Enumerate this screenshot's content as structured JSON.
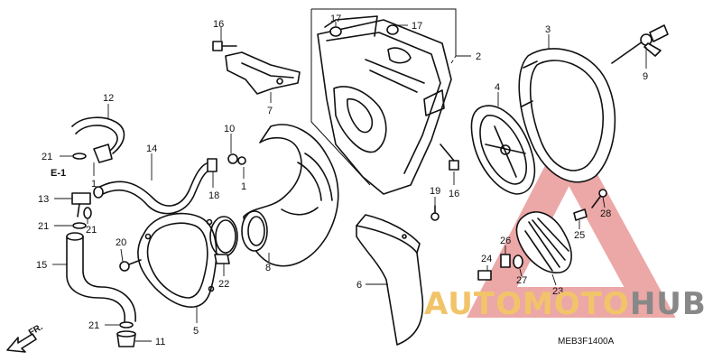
{
  "callouts": [
    "1",
    "2",
    "3",
    "4",
    "5",
    "6",
    "7",
    "8",
    "9",
    "10",
    "11",
    "12",
    "13",
    "14",
    "15",
    "16",
    "17",
    "18",
    "19",
    "20",
    "21",
    "22",
    "23",
    "24",
    "25",
    "26",
    "27",
    "28"
  ],
  "reference_label": "E-1",
  "direction_label": "FR.",
  "diagram_code": "MEB3F1400A",
  "watermark": {
    "text_part1": "AUTOMOTO",
    "text_part2": "HUB",
    "color_part1": "#f2c46a",
    "color_part2": "#888888",
    "triangle_color": "#e58a8a"
  }
}
